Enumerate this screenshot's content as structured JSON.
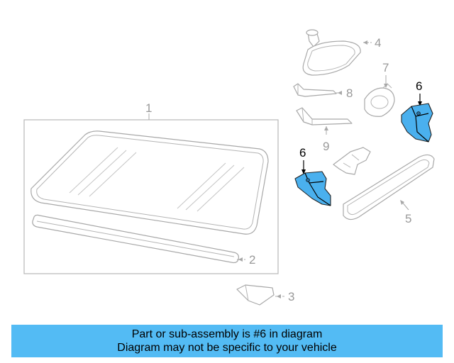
{
  "callouts": {
    "c1": "1",
    "c2": "2",
    "c3": "3",
    "c4": "4",
    "c5": "5",
    "c6a": "6",
    "c6b": "6",
    "c7": "7",
    "c8": "8",
    "c9": "9"
  },
  "banner": {
    "line1": "Part or sub-assembly is #6 in diagram",
    "line2": "Diagram may not be specific to your vehicle"
  },
  "colors": {
    "highlight": "#4ab0ee",
    "banner": "#53bbf4"
  }
}
